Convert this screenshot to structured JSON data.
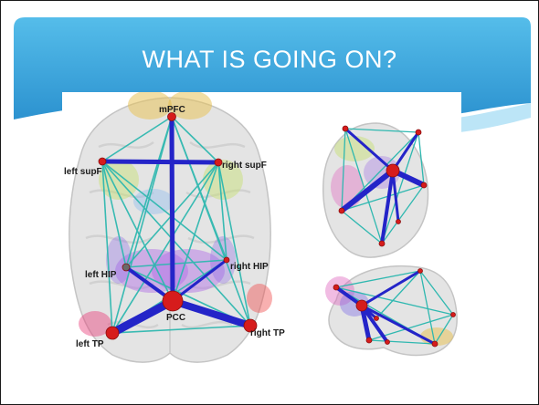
{
  "slide": {
    "title": "WHAT IS GOING ON?"
  },
  "figure": {
    "nodes": {
      "mpfc": "mPFC",
      "left_supf": "left supF",
      "right_supf": "right supF",
      "left_hip": "left HIP",
      "right_hip": "right HIP",
      "pcc": "PCC",
      "left_tp": "left TP",
      "right_tp": "right TP"
    }
  },
  "colors": {
    "banner_top": "#4fb6e6",
    "banner_bottom": "#2a8fcd",
    "edge_strong": "#2424c8",
    "edge_weak": "#2fb8b0",
    "node": "#d61c1c"
  }
}
